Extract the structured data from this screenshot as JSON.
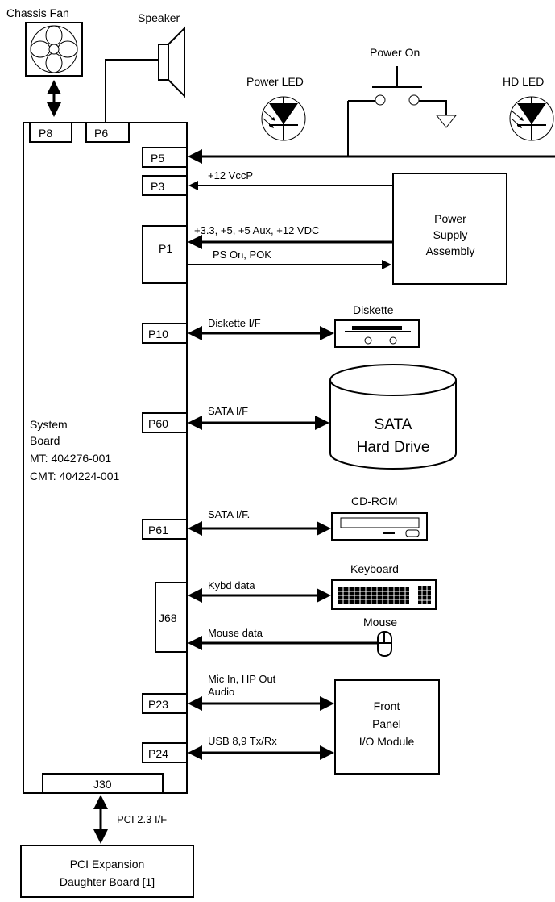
{
  "components": {
    "chassis_fan": "Chassis Fan",
    "speaker": "Speaker",
    "power_on": "Power On",
    "power_led": "Power LED",
    "hd_led": "HD LED",
    "system_board": [
      "System",
      "Board",
      "MT: 404276-001",
      "CMT: 404224-001"
    ],
    "power_supply": [
      "Power",
      "Supply",
      "Assembly"
    ],
    "diskette": "Diskette",
    "sata_hd": [
      "SATA",
      "Hard Drive"
    ],
    "cdrom": "CD-ROM",
    "keyboard": "Keyboard",
    "mouse": "Mouse",
    "front_panel": [
      "Front",
      "Panel",
      "I/O Module"
    ],
    "pci_board": [
      "PCI Expansion",
      "Daughter Board [1]"
    ]
  },
  "connectors": {
    "p8": "P8",
    "p6": "P6",
    "p5": "P5",
    "p3": "P3",
    "p1": "P1",
    "p10": "P10",
    "p60": "P60",
    "p61": "P61",
    "j68": "J68",
    "p23": "P23",
    "p24": "P24",
    "j30": "J30"
  },
  "signals": {
    "vccp": "+12 VccP",
    "supply_rails": "+3.3, +5, +5 Aux, +12 VDC",
    "ps_on": "PS On, POK",
    "diskette_if": "Diskette I/F",
    "sata_if": "SATA I/F",
    "sata_if_cd": "SATA I/F.",
    "kybd_data": "Kybd data",
    "mouse_data": "Mouse data",
    "mic_hp": "Mic In, HP Out",
    "audio": "Audio",
    "usb": "USB 8,9 Tx/Rx",
    "pci": "PCI 2.3 I/F"
  },
  "icons": [
    "fan-icon",
    "speaker-icon",
    "switch-icon",
    "ground-icon",
    "led-icon",
    "diskette-drive-icon",
    "hard-drive-icon",
    "cdrom-drive-icon",
    "keyboard-icon",
    "mouse-icon"
  ]
}
